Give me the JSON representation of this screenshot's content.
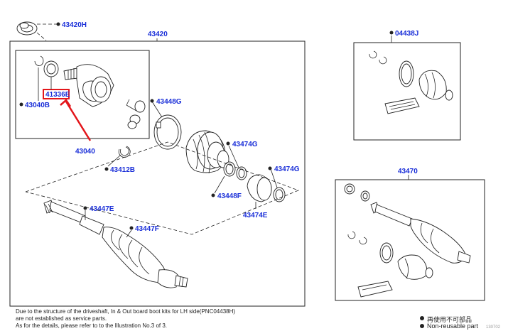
{
  "diagram": {
    "part_labels": {
      "p43420H": "43420H",
      "p43420": "43420",
      "p41336E": "41336E",
      "p43040B": "43040B",
      "p43040": "43040",
      "p43412B": "43412B",
      "p43448G": "43448G",
      "p43474G_a": "43474G",
      "p43474G_b": "43474G",
      "p43448F": "43448F",
      "p43474E": "43474E",
      "p43447E": "43447E",
      "p43447F": "43447F",
      "p04438J": "04438J",
      "p43470": "43470"
    },
    "highlight_color": "#e3161b",
    "label_color": "#1a2fd8"
  },
  "notes": {
    "line1": "Due to the structure of the driveshaft, In & Out board  boot kits for LH side(PNC04438H)",
    "line2": "are not established as service parts.",
    "line3": "As for the details, please refer to to the Illustration No.3 of 3."
  },
  "legend": {
    "item1": "再使用不可部品",
    "item2": "Non-reusable part"
  },
  "corner_text": "130702"
}
